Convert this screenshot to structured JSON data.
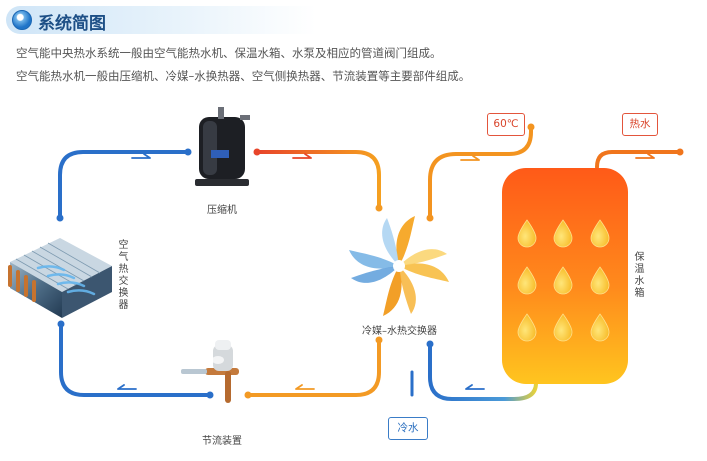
{
  "header": {
    "title": "系统简图"
  },
  "description": {
    "line1": "空气能中央热水系统一般由空气能热水机、保温水箱、水泵及相应的管道阀门组成。",
    "line2": "空气能热水机一般由压缩机、冷媒–水换热器、空气侧换热器、节流装置等主要部件组成。"
  },
  "components": {
    "compressor": "压缩机",
    "air_exchanger": "空气热交换器",
    "refrigerant_water_exchanger": "冷媒–水热交换器",
    "throttle": "节流装置",
    "insulated_tank": "保温水箱"
  },
  "tags": {
    "temperature": "60℃",
    "hot_water": "热水",
    "cold_water": "冷水"
  },
  "colors": {
    "cold_pipe": "#2a6fc9",
    "hot_pipe": "#f07a20",
    "tank_top": "#ff6a1a",
    "tank_bottom": "#ffc21a"
  }
}
